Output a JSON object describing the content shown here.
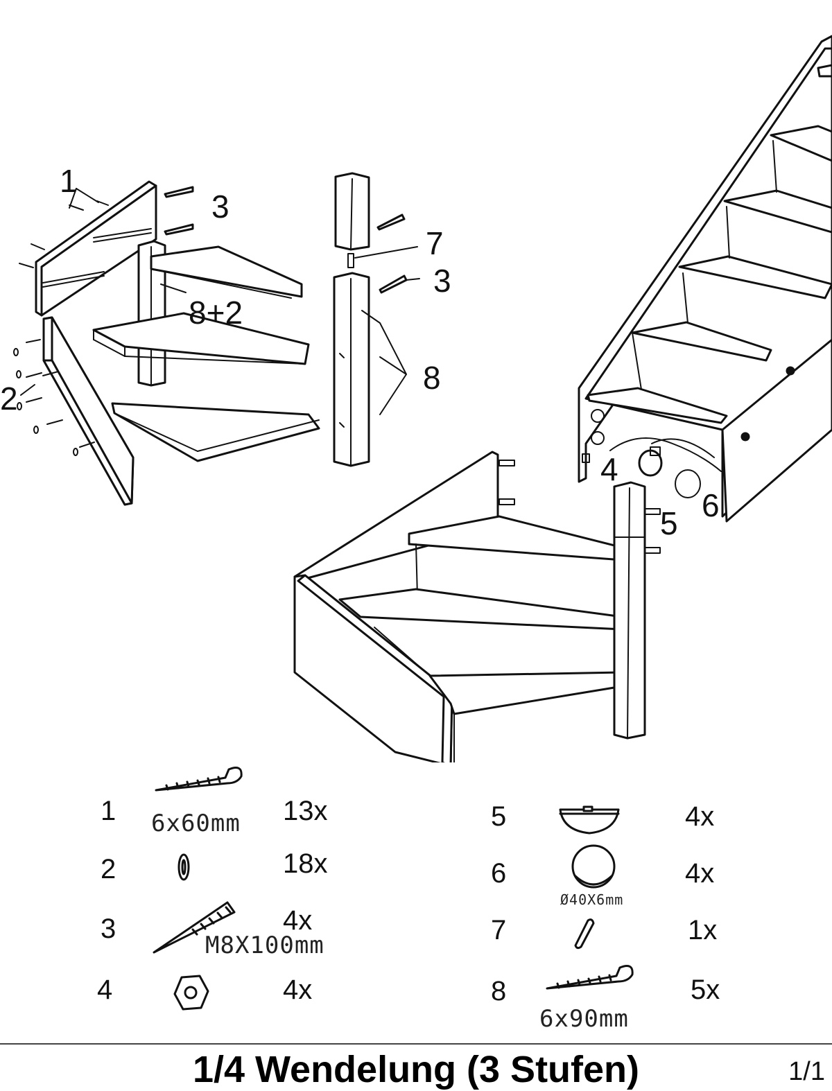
{
  "callouts": {
    "c1": "1",
    "c2": "2",
    "c3a": "3",
    "c3b": "3",
    "c7": "7",
    "c8": "8",
    "c8plus2": "8+2",
    "c4": "4",
    "c5": "5",
    "c6": "6"
  },
  "parts": [
    {
      "num": "1",
      "qty": "13x",
      "dim": "6x60mm",
      "icon": "wood-screw-icon"
    },
    {
      "num": "2",
      "qty": "18x",
      "dim": "",
      "icon": "washer-icon"
    },
    {
      "num": "3",
      "qty": "4x",
      "dim": "M8X100mm",
      "icon": "hanger-bolt-icon"
    },
    {
      "num": "4",
      "qty": "4x",
      "dim": "",
      "icon": "hex-nut-icon"
    },
    {
      "num": "5",
      "qty": "4x",
      "dim": "",
      "icon": "half-cap-icon"
    },
    {
      "num": "6",
      "qty": "4x",
      "dim": "Ø40X6mm",
      "icon": "round-cover-cap-icon"
    },
    {
      "num": "7",
      "qty": "1x",
      "dim": "",
      "icon": "dowel-icon"
    },
    {
      "num": "8",
      "qty": "5x",
      "dim": "6x90mm",
      "icon": "long-wood-screw-icon"
    }
  ],
  "footer": {
    "title": "1/4 Wendelung (3 Stufen)",
    "page": "1/1"
  }
}
